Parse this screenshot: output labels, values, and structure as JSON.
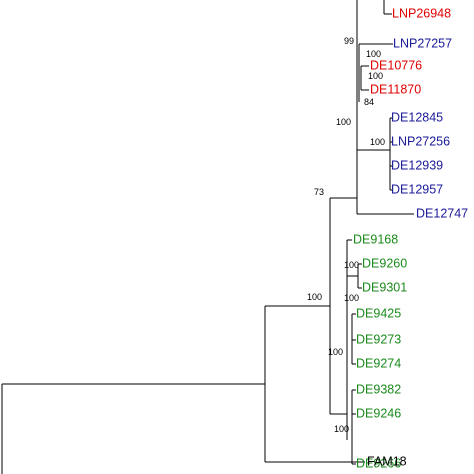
{
  "colors": {
    "red_group": "#e00000",
    "blue_group": "#1a1a99",
    "green_group": "#1a8a1a",
    "outgroup": "#000000"
  },
  "leaves": [
    {
      "id": "lnp26948",
      "label": "LNP26948",
      "group": "red_group"
    },
    {
      "id": "lnp27257",
      "label": "LNP27257",
      "group": "blue_group"
    },
    {
      "id": "de10776",
      "label": "DE10776",
      "group": "red_group"
    },
    {
      "id": "de11870",
      "label": "DE11870",
      "group": "red_group"
    },
    {
      "id": "de12845",
      "label": "DE12845",
      "group": "blue_group"
    },
    {
      "id": "lnp27256",
      "label": "LNP27256",
      "group": "blue_group"
    },
    {
      "id": "de12939",
      "label": "DE12939",
      "group": "blue_group"
    },
    {
      "id": "de12957",
      "label": "DE12957",
      "group": "blue_group"
    },
    {
      "id": "de12747",
      "label": "DE12747",
      "group": "blue_group"
    },
    {
      "id": "de9168",
      "label": "DE9168",
      "group": "green_group"
    },
    {
      "id": "de9260",
      "label": "DE9260",
      "group": "green_group"
    },
    {
      "id": "de9301",
      "label": "DE9301",
      "group": "green_group"
    },
    {
      "id": "de9425",
      "label": "DE9425",
      "group": "green_group"
    },
    {
      "id": "de9273",
      "label": "DE9273",
      "group": "green_group"
    },
    {
      "id": "de9274",
      "label": "DE9274",
      "group": "green_group"
    },
    {
      "id": "de9382",
      "label": "DE9382",
      "group": "green_group"
    },
    {
      "id": "de9246",
      "label": "DE9246",
      "group": "green_group"
    },
    {
      "id": "de9266",
      "label": "DE9266",
      "group": "green_group"
    },
    {
      "id": "fam18",
      "label": "FAM18",
      "group": "outgroup"
    }
  ],
  "support_values": [
    {
      "id": "s99",
      "value": "99"
    },
    {
      "id": "s100-lnp27257",
      "value": "100"
    },
    {
      "id": "s100-de10776",
      "value": "100"
    },
    {
      "id": "s84",
      "value": "84"
    },
    {
      "id": "s100-main",
      "value": "100"
    },
    {
      "id": "s100-de12845",
      "value": "100"
    },
    {
      "id": "s73",
      "value": "73"
    },
    {
      "id": "s100-de9260",
      "value": "100"
    },
    {
      "id": "s100-de9301",
      "value": "100"
    },
    {
      "id": "s100-green",
      "value": "100"
    },
    {
      "id": "s100-de9425",
      "value": "100"
    },
    {
      "id": "s100-de9246",
      "value": "100"
    }
  ]
}
